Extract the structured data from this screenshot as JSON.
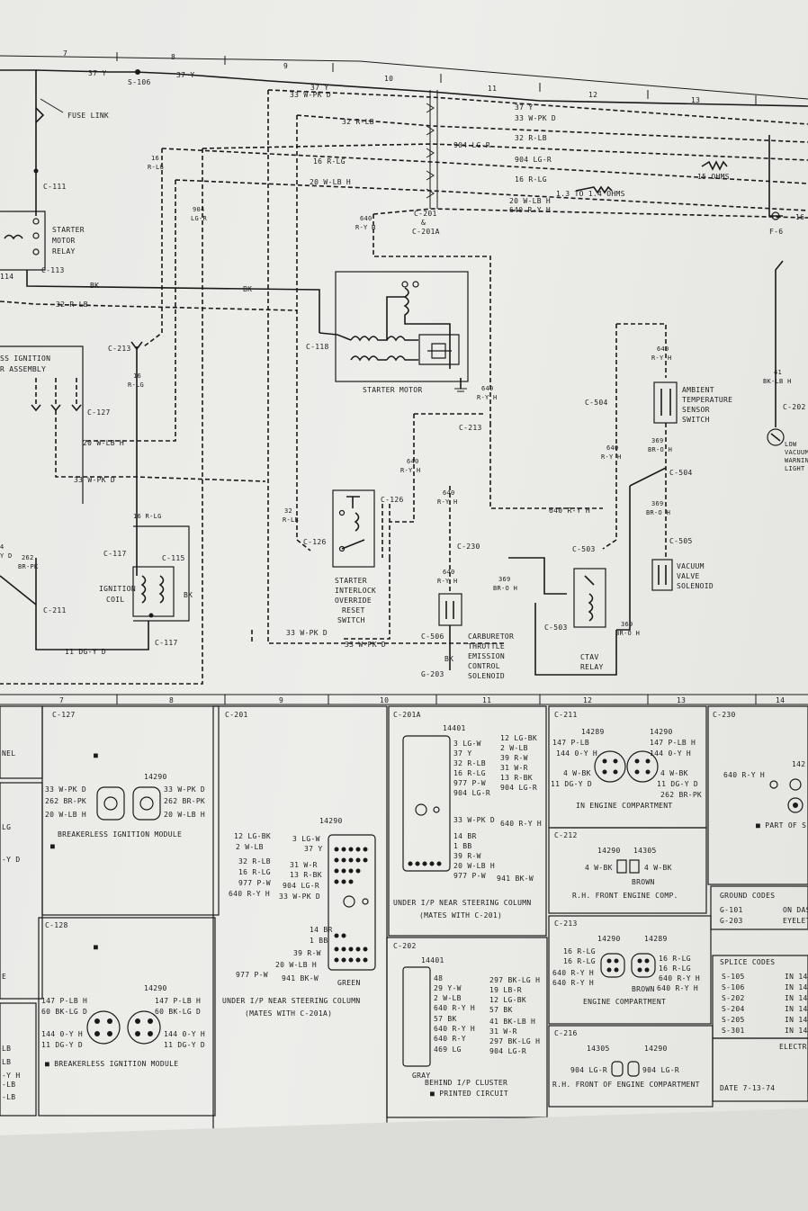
{
  "columns": {
    "top": [
      "7",
      "8",
      "9",
      "10",
      "11",
      "12",
      "13"
    ],
    "bottom": [
      "7",
      "8",
      "9",
      "10",
      "11",
      "12",
      "13",
      "14"
    ]
  },
  "labels": {
    "w37y_a": "37 Y",
    "w37y_b": "37 Y",
    "w37y_c": "37 Y",
    "w37y_d": "37 Y",
    "s106": "S-106",
    "fuse_link": "FUSE LINK",
    "w33_a": "33 W-PK D",
    "w33_b": "33 W-PK D",
    "w32_a": "32 R-LB",
    "w32_b": "32 R-LB",
    "w16_a": "16 R-LG",
    "w16_b": "16 R-LG",
    "w16_v": "16",
    "w16_v2": "R-LG",
    "w20_a": "20 W-LB H",
    "w20_b": "20 W-LB H",
    "w904_a": "904 LG-R",
    "w904_b": "904 LG-R",
    "w904_v": "904",
    "w904_v2": "LG-R",
    "w640_a": "640 R-Y H",
    "w640_v": "640",
    "w640_v2": "R-Y H",
    "ohms_1": "1.3 TO 1.4 OHMS",
    "ohms_2": "15 OHMS",
    "c201": "C-201",
    "amp": "&",
    "c201a": "C-201A",
    "f6": "F-6",
    "c111": "C-111",
    "starter_relay_1": "STARTER",
    "starter_relay_2": "MOTOR",
    "starter_relay_3": "RELAY",
    "c113": "C-113",
    "c114": "114",
    "bk_a": "BK",
    "bk_b": "BK",
    "bk_c": "BK",
    "w32_c": "32 R-LB",
    "c118": "C-118",
    "starter_motor": "STARTER MOTOR",
    "ign_assy_1": "SS IGNITION",
    "ign_assy_2": "R ASSEMBLY",
    "c213": "C-213",
    "c127": "C-127",
    "w20_c": "20 W-LB H",
    "w33_c": "33 W-PK D",
    "w16_c1": "16",
    "w16_c2": "R-LG",
    "c117a": "C-117",
    "c115": "C-115",
    "ign_coil_1": "IGNITION",
    "ign_coil_2": "COIL",
    "bk_coil": "BK",
    "c117b": "C-117",
    "w262_1": "262",
    "w262_2": "BR-PK",
    "w4d_1": "4",
    "w4d_2": "Y D",
    "c211": "C-211",
    "w11": "11 DG-Y D",
    "w32_d1": "32",
    "w32_d2": "R-LB",
    "c126a": "C-126",
    "c126b": "C-126",
    "interlock_1": "STARTER",
    "interlock_2": "INTERLOCK",
    "interlock_3": "OVERRIDE",
    "interlock_4": "RESET",
    "interlock_5": "SWITCH",
    "w33_d": "33 W-PK D",
    "w33_e": "33 W-PK D",
    "w640_b1": "640",
    "w640_b2": "R-Y H",
    "w640_c1": "640",
    "w640_c2": "R-Y H",
    "w640_d1": "640",
    "w640_d2": "R-Y H",
    "w640_e1": "640",
    "w640_e2": "R-Y H",
    "w640_f": "640 R-Y H",
    "w640_g1": "640",
    "w640_g2": "R-Y H",
    "w640_h1": "640",
    "w640_h2": "R-Y H",
    "c230": "C-230",
    "c506": "C-506",
    "carb_1": "CARBURETOR",
    "carb_2": "THROTTLE",
    "carb_3": "EMISSION",
    "carb_4": "CONTROL",
    "carb_5": "SOLENOID",
    "bk_g": "BK",
    "g203": "G-203",
    "c504a": "C-504",
    "c504b": "C-504",
    "ambient_1": "AMBIENT",
    "ambient_2": "TEMPERATURE",
    "ambient_3": "SENSOR",
    "ambient_4": "SWITCH",
    "w369_a1": "369",
    "w369_a2": "BR-O H",
    "w369_b1": "369",
    "w369_b2": "BR-O H",
    "w369_c1": "369",
    "w369_c2": "BR-O H",
    "w369_d1": "369",
    "w369_d2": "BR-O H",
    "c505": "C-505",
    "vac_1": "VACUUM",
    "vac_2": "VALVE",
    "vac_3": "SOLENOID",
    "c503a": "C-503",
    "c503b": "C-503",
    "ctav_1": "CTAV",
    "ctav_2": "RELAY",
    "w41_1": "41",
    "w41_2": "BK-LB H",
    "c202top": "C-202",
    "low_vac_1": "LOW",
    "low_vac_2": "VACUUM",
    "low_vac_3": "WARNING",
    "low_vac_4": "LIGHT",
    "w16_f": "16"
  },
  "panels": {
    "left_frag": [
      "NEL",
      "LG",
      "-Y D",
      "E",
      "LB",
      "LB",
      "-Y H",
      "-LB",
      "-LB"
    ],
    "c127": {
      "title": "C-127",
      "num": "14290",
      "left": [
        "33 W-PK D",
        "262 BR-PK",
        "20 W-LB H"
      ],
      "right": [
        "33 W-PK D",
        "262 BR-PK",
        "20 W-LB H"
      ],
      "caption": "BREAKERLESS IGNITION MODULE",
      "mark": "■"
    },
    "c128": {
      "title": "C-128",
      "num": "14290",
      "left": [
        "147 P-LB H",
        "60 BK-LG D",
        "144 0-Y H",
        "11 DG-Y D"
      ],
      "right": [
        "147 P-LB H",
        "60 BK-LG D",
        "144 0-Y H",
        "11 DG-Y D"
      ],
      "caption": "■ BREAKERLESS IGNITION MODULE",
      "mark": "■"
    },
    "c201": {
      "title": "C-201",
      "num": "14290",
      "left": [
        "12 LG-BK",
        "2 W-LB",
        "",
        "32 R-LB",
        "16 R-LG",
        "977 P-W",
        "640 R-Y H",
        "",
        "",
        "",
        "",
        "977 P-W"
      ],
      "inner": [
        "3 LG-W",
        "37 Y",
        "",
        "31 W-R",
        "13 R-BK",
        "904 LG-R",
        "33 W-PK D",
        "14 BR",
        "1 BB",
        "39 R-W",
        "20 W-LB H",
        "941 BK-W"
      ],
      "green": "GREEN",
      "caption_1": "UNDER I/P NEAR STEERING COLUMN",
      "caption_2": "(MATES WITH C-201A)"
    },
    "c201a": {
      "title": "C-201A",
      "num": "14401",
      "wires": [
        "12 LG-BK",
        "2 W-LB",
        "39 R-W",
        "31 W-R",
        "13 R-BK",
        "904 LG-R"
      ],
      "inner": [
        "3 LG-W",
        "37 Y",
        "32 R-LB",
        "16 R-LG",
        "977 P-W",
        "904 LG-R"
      ],
      "mid": "33 W-PK D",
      "mid_r": "640 R-Y H",
      "low": [
        "14 BR",
        "1 BB",
        "39 R-W",
        "20 W-LB H",
        "977 P-W"
      ],
      "low_r": "941 BK-W",
      "caption_1": "UNDER I/P NEAR STEERING COLUMN",
      "caption_2": "(MATES WITH C-201)"
    },
    "c202": {
      "title": "C-202",
      "num": "14401",
      "inner": [
        "48",
        "29 Y-W",
        "2 W-LB",
        "640 R-Y H",
        "57 BK",
        "640 R-Y H",
        "640 R-Y",
        "469 LG"
      ],
      "right": [
        "297 BK-LG H",
        "19 LB-R",
        "12 LG-BK",
        "57 BK",
        "41 BK-LB H",
        "31 W-R",
        "297 BK-LG H",
        "904 LG-R"
      ],
      "gray": "GRAY",
      "caption_1": "BEHIND I/P CLUSTER",
      "caption_2": "■ PRINTED CIRCUIT"
    },
    "c211": {
      "title": "C-211",
      "num_l": "14289",
      "num_r": "14290",
      "l": [
        "147 P-LB",
        "144 0-Y H",
        "4 W-BK",
        "11 DG-Y D"
      ],
      "r": [
        "147 P-LB H",
        "144 0-Y H",
        "4 W-BK",
        "11 DG-Y D",
        "262 BR-PK"
      ],
      "caption": "IN ENGINE COMPARTMENT"
    },
    "c212": {
      "title": "C-212",
      "num_l": "14290",
      "num_r": "14305",
      "l": "4 W-BK",
      "r": "4 W-BK",
      "brown": "BROWN",
      "caption": "R.H. FRONT ENGINE COMP."
    },
    "c213": {
      "title": "C-213",
      "num_l": "14290",
      "num_r": "14289",
      "l": [
        "16 R-LG",
        "16 R-LG",
        "640 R-Y H",
        "640 R-Y H"
      ],
      "r": [
        "16 R-LG",
        "16 R-LG",
        "640 R-Y H",
        "640 R-Y H"
      ],
      "brown": "BROWN",
      "caption": "ENGINE COMPARTMENT"
    },
    "c216": {
      "title": "C-216",
      "num_l": "14305",
      "num_r": "14290",
      "l": "904 LG-R",
      "r": "904 LG-R",
      "caption": "R.H. FRONT OF ENGINE COMPARTMENT"
    },
    "c230": {
      "title": "C-230",
      "wire": "640 R-Y H",
      "num": "142",
      "note": "■ PART OF S"
    },
    "ground": {
      "title": "GROUND CODES",
      "rows": [
        [
          "G-101",
          "ON DAS"
        ],
        [
          "G-203",
          "EYELET"
        ]
      ]
    },
    "splice": {
      "title": "SPLICE CODES",
      "rows": [
        [
          "S-105",
          "IN 14"
        ],
        [
          "S-106",
          "IN 14"
        ],
        [
          "S-202",
          "IN 14"
        ],
        [
          "S-204",
          "IN 14"
        ],
        [
          "S-205",
          "IN 14"
        ],
        [
          "S-301",
          "IN 14"
        ]
      ],
      "extra": "ELECTR"
    },
    "date": "DATE 7-13-74"
  }
}
